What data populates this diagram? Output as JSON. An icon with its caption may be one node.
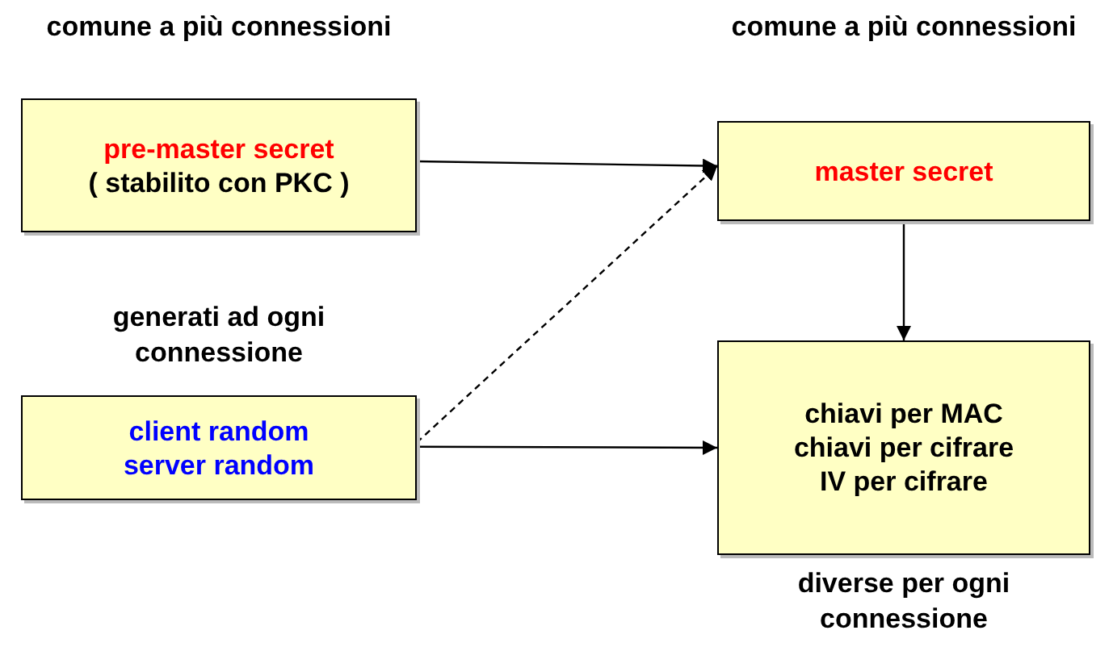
{
  "diagram": {
    "nodes": [
      {
        "text": [
          "comune a più connessioni",
          "pre-master secret",
          "( stabilito con PKC )"
        ]
      },
      {
        "text": [
          "comune a più connessioni",
          "master secret"
        ]
      },
      {
        "text": [
          "generati ad ogni connessione",
          "client random server random"
        ]
      },
      {
        "text": [
          "chiavi per MAC chiavi per cifrare IV per cifrare",
          "diverse per ogni connessione"
        ]
      }
    ],
    "edges": [
      {
        "from": 0,
        "to": 1,
        "arrow": "to"
      },
      {
        "from": 2,
        "to": 1,
        "arrow": "to",
        "style": "dashed"
      },
      {
        "from": 1,
        "to": 3,
        "arrow": "to"
      },
      {
        "from": 2,
        "to": 3,
        "arrow": "to"
      }
    ]
  }
}
